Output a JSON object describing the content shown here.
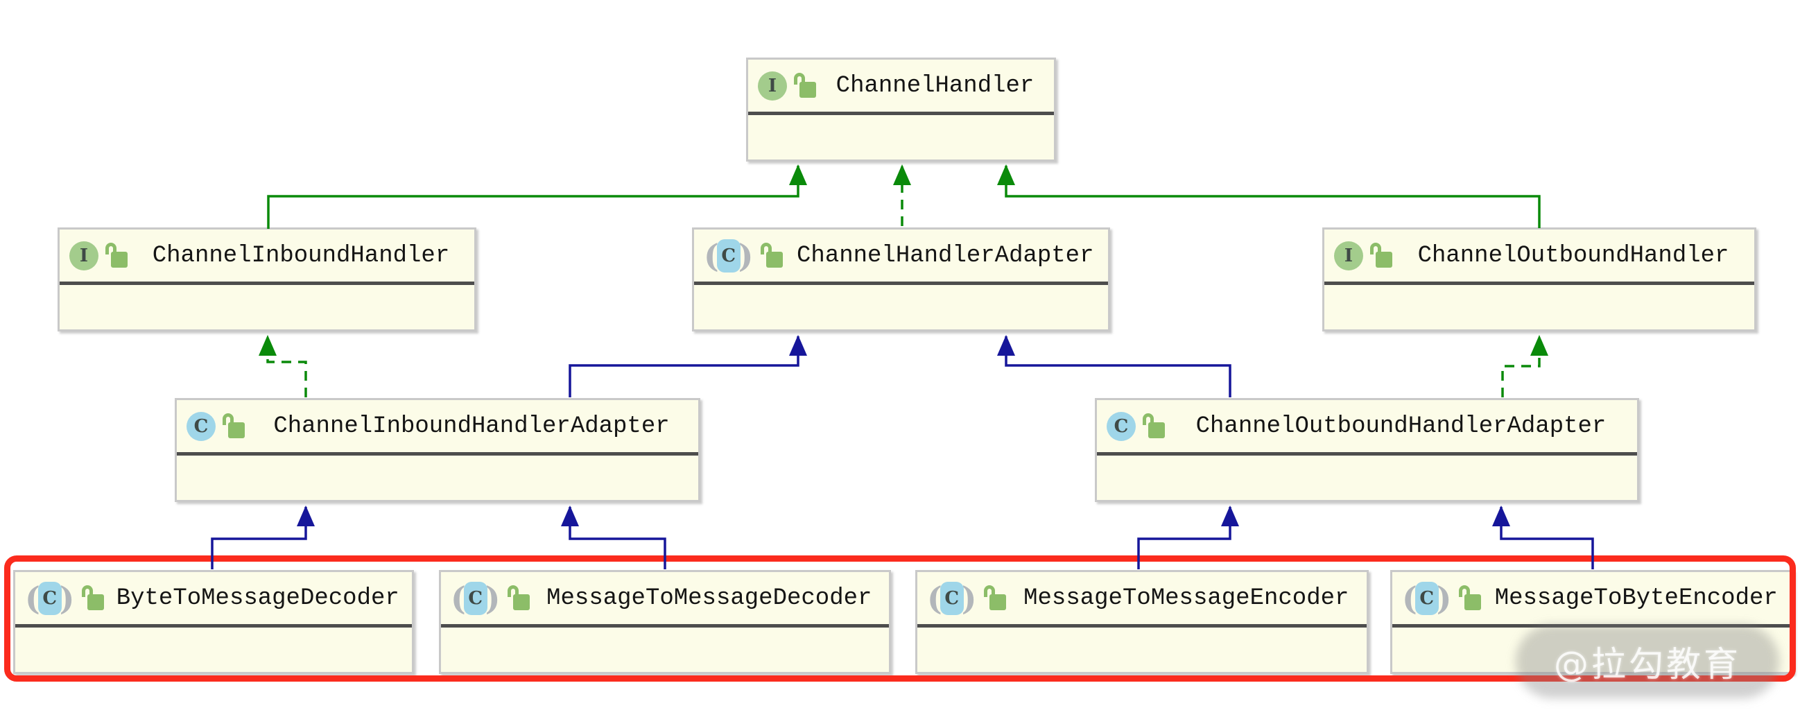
{
  "diagram": {
    "nodes": [
      {
        "id": "ChannelHandler",
        "label": "ChannelHandler",
        "stereotype": "interface"
      },
      {
        "id": "ChannelInboundHandler",
        "label": "ChannelInboundHandler",
        "stereotype": "interface"
      },
      {
        "id": "ChannelHandlerAdapter",
        "label": "ChannelHandlerAdapter",
        "stereotype": "abstract-class"
      },
      {
        "id": "ChannelOutboundHandler",
        "label": "ChannelOutboundHandler",
        "stereotype": "interface"
      },
      {
        "id": "ChannelInboundHandlerAdapter",
        "label": "ChannelInboundHandlerAdapter",
        "stereotype": "class"
      },
      {
        "id": "ChannelOutboundHandlerAdapter",
        "label": "ChannelOutboundHandlerAdapter",
        "stereotype": "class"
      },
      {
        "id": "ByteToMessageDecoder",
        "label": "ByteToMessageDecoder",
        "stereotype": "abstract-class"
      },
      {
        "id": "MessageToMessageDecoder",
        "label": "MessageToMessageDecoder",
        "stereotype": "abstract-class"
      },
      {
        "id": "MessageToMessageEncoder",
        "label": "MessageToMessageEncoder",
        "stereotype": "abstract-class"
      },
      {
        "id": "MessageToByteEncoder",
        "label": "MessageToByteEncoder",
        "stereotype": "abstract-class"
      }
    ],
    "edges": [
      {
        "from": "ChannelInboundHandler",
        "to": "ChannelHandler",
        "relation": "extends",
        "style": "solid-green"
      },
      {
        "from": "ChannelHandlerAdapter",
        "to": "ChannelHandler",
        "relation": "implements",
        "style": "dashed-green"
      },
      {
        "from": "ChannelOutboundHandler",
        "to": "ChannelHandler",
        "relation": "extends",
        "style": "solid-green"
      },
      {
        "from": "ChannelInboundHandlerAdapter",
        "to": "ChannelInboundHandler",
        "relation": "implements",
        "style": "dashed-green"
      },
      {
        "from": "ChannelInboundHandlerAdapter",
        "to": "ChannelHandlerAdapter",
        "relation": "extends",
        "style": "solid-blue"
      },
      {
        "from": "ChannelOutboundHandlerAdapter",
        "to": "ChannelHandlerAdapter",
        "relation": "extends",
        "style": "solid-blue"
      },
      {
        "from": "ChannelOutboundHandlerAdapter",
        "to": "ChannelOutboundHandler",
        "relation": "implements",
        "style": "dashed-green"
      },
      {
        "from": "ByteToMessageDecoder",
        "to": "ChannelInboundHandlerAdapter",
        "relation": "extends",
        "style": "solid-blue"
      },
      {
        "from": "MessageToMessageDecoder",
        "to": "ChannelInboundHandlerAdapter",
        "relation": "extends",
        "style": "solid-blue"
      },
      {
        "from": "MessageToMessageEncoder",
        "to": "ChannelOutboundHandlerAdapter",
        "relation": "extends",
        "style": "solid-blue"
      },
      {
        "from": "MessageToByteEncoder",
        "to": "ChannelOutboundHandlerAdapter",
        "relation": "extends",
        "style": "solid-blue"
      }
    ],
    "icon_glyphs": {
      "interface": "I",
      "class": "C",
      "paren_open": "(",
      "paren_close": ")"
    },
    "colors": {
      "edge_green": "#0a8a0a",
      "edge_blue": "#16169a",
      "highlight": "#fb2b1d",
      "node_fill": "#fcfce8",
      "node_border": "#c9c9c9",
      "divider": "#4d4d4d",
      "icon_interface_bg": "#a3cc8c",
      "icon_class_bg": "#9fd6e9",
      "icon_lock": "#8cbd68",
      "icon_paren": "#b2b6ba"
    }
  },
  "watermark": {
    "text": "@拉勾教育"
  }
}
